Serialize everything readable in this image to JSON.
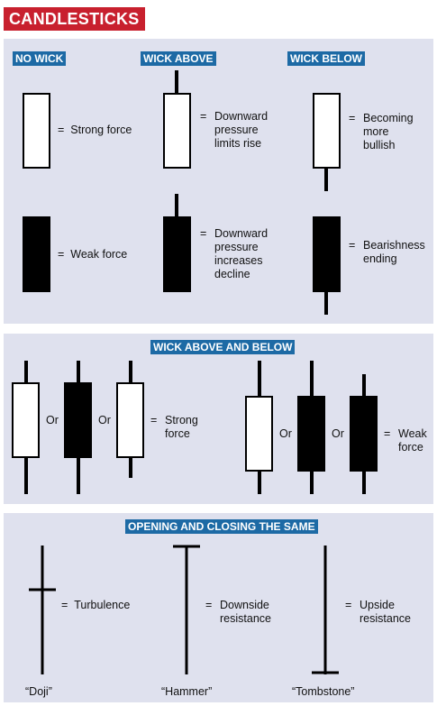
{
  "title": "CANDLESTICKS",
  "section1": {
    "headers": [
      "NO WICK",
      "WICK ABOVE",
      "WICK BELOW"
    ],
    "rows": [
      [
        "Strong force",
        "Downward\npressure\nlimits rise",
        "Becoming\nmore\nbullish"
      ],
      [
        "Weak force",
        "Downward\npressure\nincreases\ndecline",
        "Bearishness\nending"
      ]
    ]
  },
  "section2": {
    "header": "WICK ABOVE AND BELOW",
    "or_label": "Or",
    "left_label": "Strong\nforce",
    "right_label": "Weak\nforce"
  },
  "section3": {
    "header": "OPENING AND CLOSING THE SAME",
    "labels": [
      "Turbulence",
      "Downside\nresistance",
      "Upside\nresistance"
    ],
    "captions": [
      "“Doji”",
      "“Hammer”",
      "“Tombstone”"
    ]
  },
  "equals": "="
}
